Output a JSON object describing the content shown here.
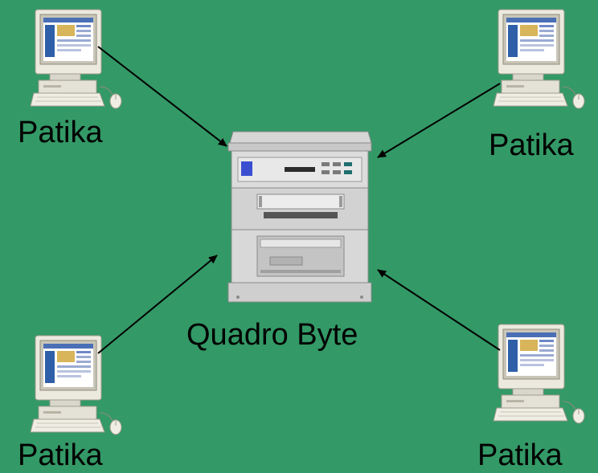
{
  "colors": {
    "background": "#339966",
    "arrow": "#000000",
    "label": "#000000"
  },
  "server": {
    "label": "Quadro Byte",
    "icon": "printer-server-icon"
  },
  "clients": [
    {
      "label": "Patika",
      "icon": "desktop-computer-icon"
    },
    {
      "label": "Patika",
      "icon": "desktop-computer-icon"
    },
    {
      "label": "Patika",
      "icon": "desktop-computer-icon"
    },
    {
      "label": "Patika",
      "icon": "desktop-computer-icon"
    }
  ]
}
